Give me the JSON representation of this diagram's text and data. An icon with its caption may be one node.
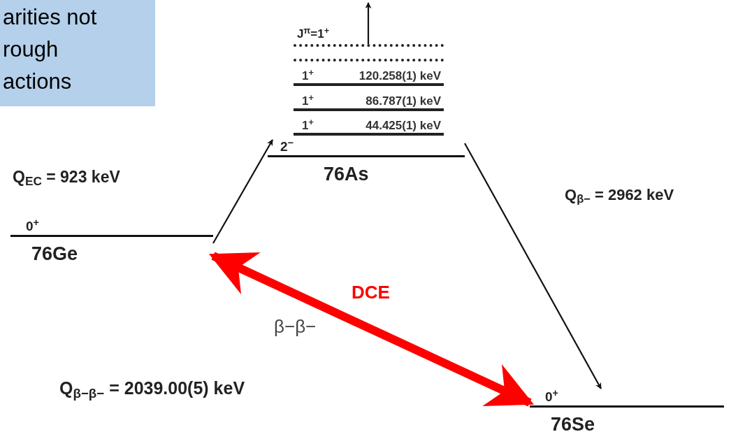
{
  "diagram": {
    "nodes": [
      {
        "text": [
          "arities not rough actions"
        ]
      },
      {
        "text": [],
        "shape": "bar"
      },
      {
        "text": [],
        "shape": "bar"
      },
      {
        "text": [
          "1$^{+}$",
          "120.258(1) keV"
        ]
      },
      {
        "text": [
          "1$^{+}$",
          "86.787(1) keV"
        ]
      },
      {
        "text": [
          "1$^{+}$",
          "44.425(1) keV"
        ]
      },
      {
        "text": [
          "2$^{−}$",
          "76As"
        ]
      },
      {
        "text": [
          "0$^{+}$",
          "76Ge"
        ]
      },
      {
        "text": [
          "0$^{+}$",
          "76Se"
        ]
      }
    ],
    "edges": [
      {
        "from": 7,
        "to": 6,
        "arrow": "to"
      },
      {
        "from": 6,
        "to": 8,
        "arrow": "to"
      },
      {
        "from": 7,
        "to": 8,
        "arrow": "both",
        "label": "DCE",
        "style": "thick",
        "color": "#ff0000"
      },
      {
        "from": 1,
        "to": null,
        "arrow": "to"
      }
    ],
    "labels": [
      "J$^{π}$=1$^{+}$",
      "Q$_{EC}$ = 923 keV",
      "Q$_{β−}$ = 2962 keV",
      "β−β−",
      "Q$_{β−β−}$ = 2039.00(5) keV"
    ]
  }
}
